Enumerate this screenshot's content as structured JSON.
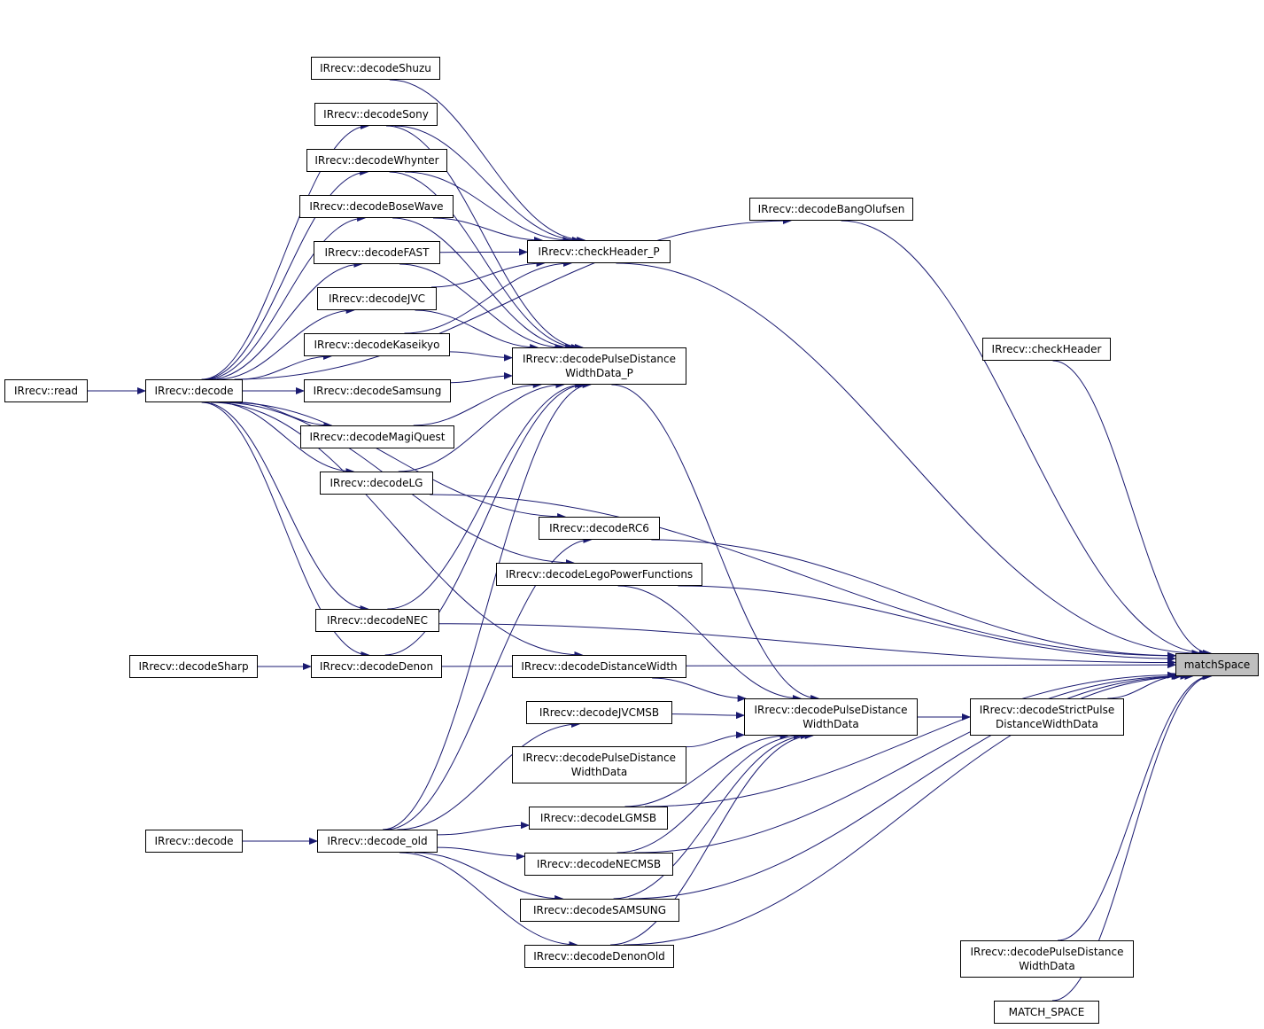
{
  "graph": {
    "focus": "matchSpace",
    "colors": {
      "edge": "#191970",
      "node_border": "#000000",
      "node_fill": "#ffffff",
      "focus_fill": "#bfbfbf"
    },
    "nodes": {
      "read": "IRrecv::read",
      "decode": "IRrecv::decode",
      "decodeShuzu": "IRrecv::decodeShuzu",
      "decodeSony": "IRrecv::decodeSony",
      "decodeWhynter": "IRrecv::decodeWhynter",
      "decodeBoseWave": "IRrecv::decodeBoseWave",
      "decodeFAST": "IRrecv::decodeFAST",
      "decodeJVC": "IRrecv::decodeJVC",
      "decodeKaseikyo": "IRrecv::decodeKaseikyo",
      "decodeSamsung": "IRrecv::decodeSamsung",
      "decodeMagiQuest": "IRrecv::decodeMagiQuest",
      "decodeLG": "IRrecv::decodeLG",
      "decodeRC6": "IRrecv::decodeRC6",
      "decodeLego": "IRrecv::decodeLegoPowerFunctions",
      "decodeNEC": "IRrecv::decodeNEC",
      "decodeSharp": "IRrecv::decodeSharp",
      "decodeDenon": "IRrecv::decodeDenon",
      "decodeDistanceWidth": "IRrecv::decodeDistanceWidth",
      "decodeJVCMSB": "IRrecv::decodeJVCMSB",
      "pdwdStatic": "IRrecv::decodePulseDistance\nWidthData",
      "decodeLGMSB": "IRrecv::decodeLGMSB",
      "decode2": "IRrecv::decode",
      "decodeOld": "IRrecv::decode_old",
      "decodeNECMSB": "IRrecv::decodeNECMSB",
      "decodeSAMSUNG": "IRrecv::decodeSAMSUNG",
      "decodeDenonOld": "IRrecv::decodeDenonOld",
      "checkHeaderP": "IRrecv::checkHeader_P",
      "pdwdP": "IRrecv::decodePulseDistance\nWidthData_P",
      "pdwd": "IRrecv::decodePulseDistance\nWidthData",
      "strict": "IRrecv::decodeStrictPulse\nDistanceWidthData",
      "bang": "IRrecv::decodeBangOlufsen",
      "checkHeader": "IRrecv::checkHeader",
      "pdwdRight": "IRrecv::decodePulseDistance\nWidthData",
      "matchSpaceMacro": "MATCH_SPACE",
      "matchSpace": "matchSpace"
    },
    "edges": [
      [
        "read",
        "decode"
      ],
      [
        "decode",
        "decodeSony"
      ],
      [
        "decode",
        "decodeWhynter"
      ],
      [
        "decode",
        "decodeBoseWave"
      ],
      [
        "decode",
        "decodeFAST"
      ],
      [
        "decode",
        "decodeJVC"
      ],
      [
        "decode",
        "decodeKaseikyo"
      ],
      [
        "decode",
        "decodeSamsung"
      ],
      [
        "decode",
        "decodeMagiQuest"
      ],
      [
        "decode",
        "decodeLG"
      ],
      [
        "decode",
        "decodeRC6"
      ],
      [
        "decode",
        "decodeLego"
      ],
      [
        "decode",
        "decodeNEC"
      ],
      [
        "decode",
        "decodeDenon"
      ],
      [
        "decode",
        "decodeDistanceWidth"
      ],
      [
        "decode",
        "bang"
      ],
      [
        "decodeSharp",
        "decodeDenon"
      ],
      [
        "decode2",
        "decodeOld"
      ],
      [
        "decodeOld",
        "decodeRC6"
      ],
      [
        "decodeOld",
        "decodeJVCMSB"
      ],
      [
        "decodeOld",
        "decodeLGMSB"
      ],
      [
        "decodeOld",
        "decodeNECMSB"
      ],
      [
        "decodeOld",
        "decodeSAMSUNG"
      ],
      [
        "decodeOld",
        "decodeDenonOld"
      ],
      [
        "decodeOld",
        "pdwdP"
      ],
      [
        "decodeShuzu",
        "checkHeaderP"
      ],
      [
        "decodeSony",
        "checkHeaderP"
      ],
      [
        "decodeWhynter",
        "checkHeaderP"
      ],
      [
        "decodeBoseWave",
        "checkHeaderP"
      ],
      [
        "decodeFAST",
        "checkHeaderP"
      ],
      [
        "decodeJVC",
        "checkHeaderP"
      ],
      [
        "decodeKaseikyo",
        "checkHeaderP"
      ],
      [
        "decodeSony",
        "pdwdP"
      ],
      [
        "decodeWhynter",
        "pdwdP"
      ],
      [
        "decodeBoseWave",
        "pdwdP"
      ],
      [
        "decodeFAST",
        "pdwdP"
      ],
      [
        "decodeJVC",
        "pdwdP"
      ],
      [
        "decodeKaseikyo",
        "pdwdP"
      ],
      [
        "decodeSamsung",
        "pdwdP"
      ],
      [
        "decodeMagiQuest",
        "pdwdP"
      ],
      [
        "decodeLG",
        "pdwdP"
      ],
      [
        "decodeNEC",
        "pdwdP"
      ],
      [
        "decodeDenon",
        "pdwdP"
      ],
      [
        "pdwdP",
        "pdwd"
      ],
      [
        "decodeLego",
        "pdwd"
      ],
      [
        "decodeDistanceWidth",
        "pdwd"
      ],
      [
        "decodeJVCMSB",
        "pdwd"
      ],
      [
        "pdwdStatic",
        "pdwd"
      ],
      [
        "decodeLGMSB",
        "pdwd"
      ],
      [
        "decodeNECMSB",
        "pdwd"
      ],
      [
        "decodeSAMSUNG",
        "pdwd"
      ],
      [
        "decodeDenonOld",
        "pdwd"
      ],
      [
        "pdwd",
        "strict"
      ],
      [
        "checkHeaderP",
        "matchSpace"
      ],
      [
        "bang",
        "matchSpace"
      ],
      [
        "checkHeader",
        "matchSpace"
      ],
      [
        "decodeLG",
        "matchSpace"
      ],
      [
        "decodeRC6",
        "matchSpace"
      ],
      [
        "decodeLego",
        "matchSpace"
      ],
      [
        "decodeNEC",
        "matchSpace"
      ],
      [
        "decodeDenon",
        "matchSpace"
      ],
      [
        "strict",
        "matchSpace"
      ],
      [
        "decodeLGMSB",
        "matchSpace"
      ],
      [
        "decodeNECMSB",
        "matchSpace"
      ],
      [
        "decodeSAMSUNG",
        "matchSpace"
      ],
      [
        "decodeDenonOld",
        "matchSpace"
      ],
      [
        "pdwdRight",
        "matchSpace"
      ],
      [
        "matchSpaceMacro",
        "matchSpace"
      ]
    ]
  }
}
